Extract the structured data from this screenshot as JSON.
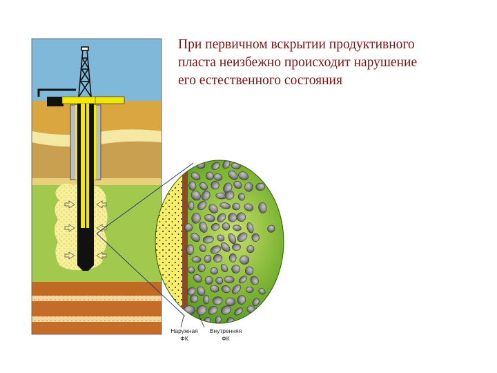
{
  "slide": {
    "title_lines": [
      "При первичном вскрытии продуктивного",
      "пласта  неизбежно происходит нарушение",
      "его естественного состояния"
    ]
  },
  "diagram": {
    "labels": {
      "outer_line1": "Наружная",
      "outer_line2": "ФК",
      "inner_line1": "Внутренняя",
      "inner_line2": "ФК"
    },
    "colors": {
      "sky": "#7fb8d8",
      "topsoil": "#d9a640",
      "sandstone": "#f5e8a3",
      "clay": "#c27e3a",
      "reservoir": "#9fc44a",
      "deep_clay": "#c06a24",
      "casing": "#f2e800",
      "filtrate": "#f4ee8a",
      "pebble": "#8a8a8a"
    }
  }
}
